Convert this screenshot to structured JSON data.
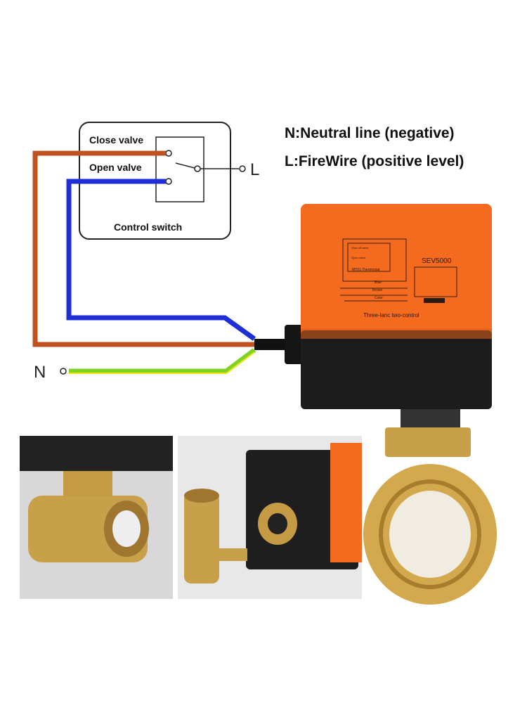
{
  "diagram": {
    "switch_box": {
      "close_label": "Close valve",
      "open_label": "Open valve",
      "caption": "Control switch",
      "live_terminal": "L"
    },
    "neutral_terminal": "N",
    "legend": {
      "neutral": "N:Neutral line (negative)",
      "live": "L:FireWire (positive level)"
    },
    "actuator_label": {
      "model": "SEV5000",
      "thermostat": "MT01 Thermostat",
      "close": "Shut-off valve",
      "open": "Open valve",
      "wires": [
        "Blue",
        "Brown",
        "Color"
      ],
      "caption": "Three-lanc two-control"
    },
    "colors": {
      "brown_wire": "#c0521e",
      "blue_wire": "#1f2fd6",
      "green_wire": "#7ed321",
      "yellow_wire": "#f2e31a",
      "actuator_orange": "#f46a1f",
      "actuator_black": "#1c1c1c",
      "brass": "#c9a04a"
    }
  }
}
